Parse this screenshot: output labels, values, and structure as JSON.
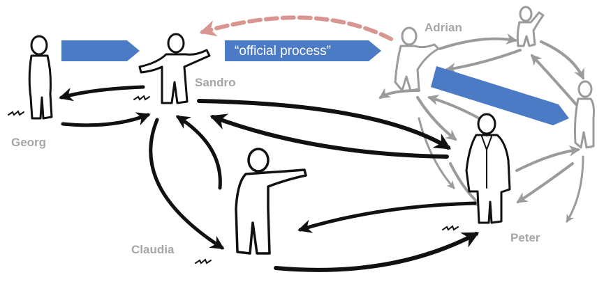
{
  "diagram": {
    "people": [
      {
        "id": "georg",
        "name": "Georg"
      },
      {
        "id": "sandro",
        "name": "Sandro"
      },
      {
        "id": "adrian",
        "name": "Adrian"
      },
      {
        "id": "claudia",
        "name": "Claudia"
      },
      {
        "id": "peter",
        "name": "Peter"
      }
    ],
    "official_process_label": "“official process”",
    "colors": {
      "official_arrow": "#4a7bc4",
      "informal_arrow": "#111111",
      "faded_network": "#9b9b9b",
      "dashed_feedback": "#d9958f",
      "name_text": "#a6a6a6"
    }
  }
}
